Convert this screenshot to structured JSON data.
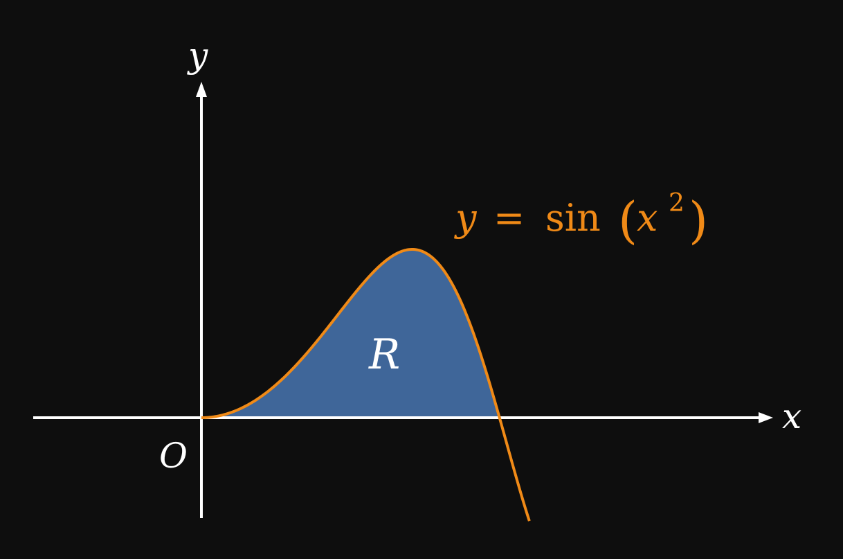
{
  "axes": {
    "x_label": "x",
    "y_label": "y",
    "origin_label": "O"
  },
  "curve": {
    "equation": {
      "lhs": "y",
      "equals": "=",
      "func": "sin",
      "open_paren": "(",
      "var": "x",
      "exponent": "2",
      "close_paren": ")"
    }
  },
  "region": {
    "label": "R"
  },
  "colors": {
    "background": "#0e0e0e",
    "axis": "#ffffff",
    "curve": "#f08a17",
    "region_fill": "#3f6699",
    "label_text": "#ffffff"
  },
  "chart_data": {
    "type": "area",
    "function": "sin(x^2)",
    "shaded_interval": [
      0,
      1.7725
    ],
    "curve_domain": [
      0,
      1.95
    ],
    "xlim": [
      -1.0,
      3.35
    ],
    "ylim": [
      -0.6,
      2.0
    ],
    "grid": false
  }
}
